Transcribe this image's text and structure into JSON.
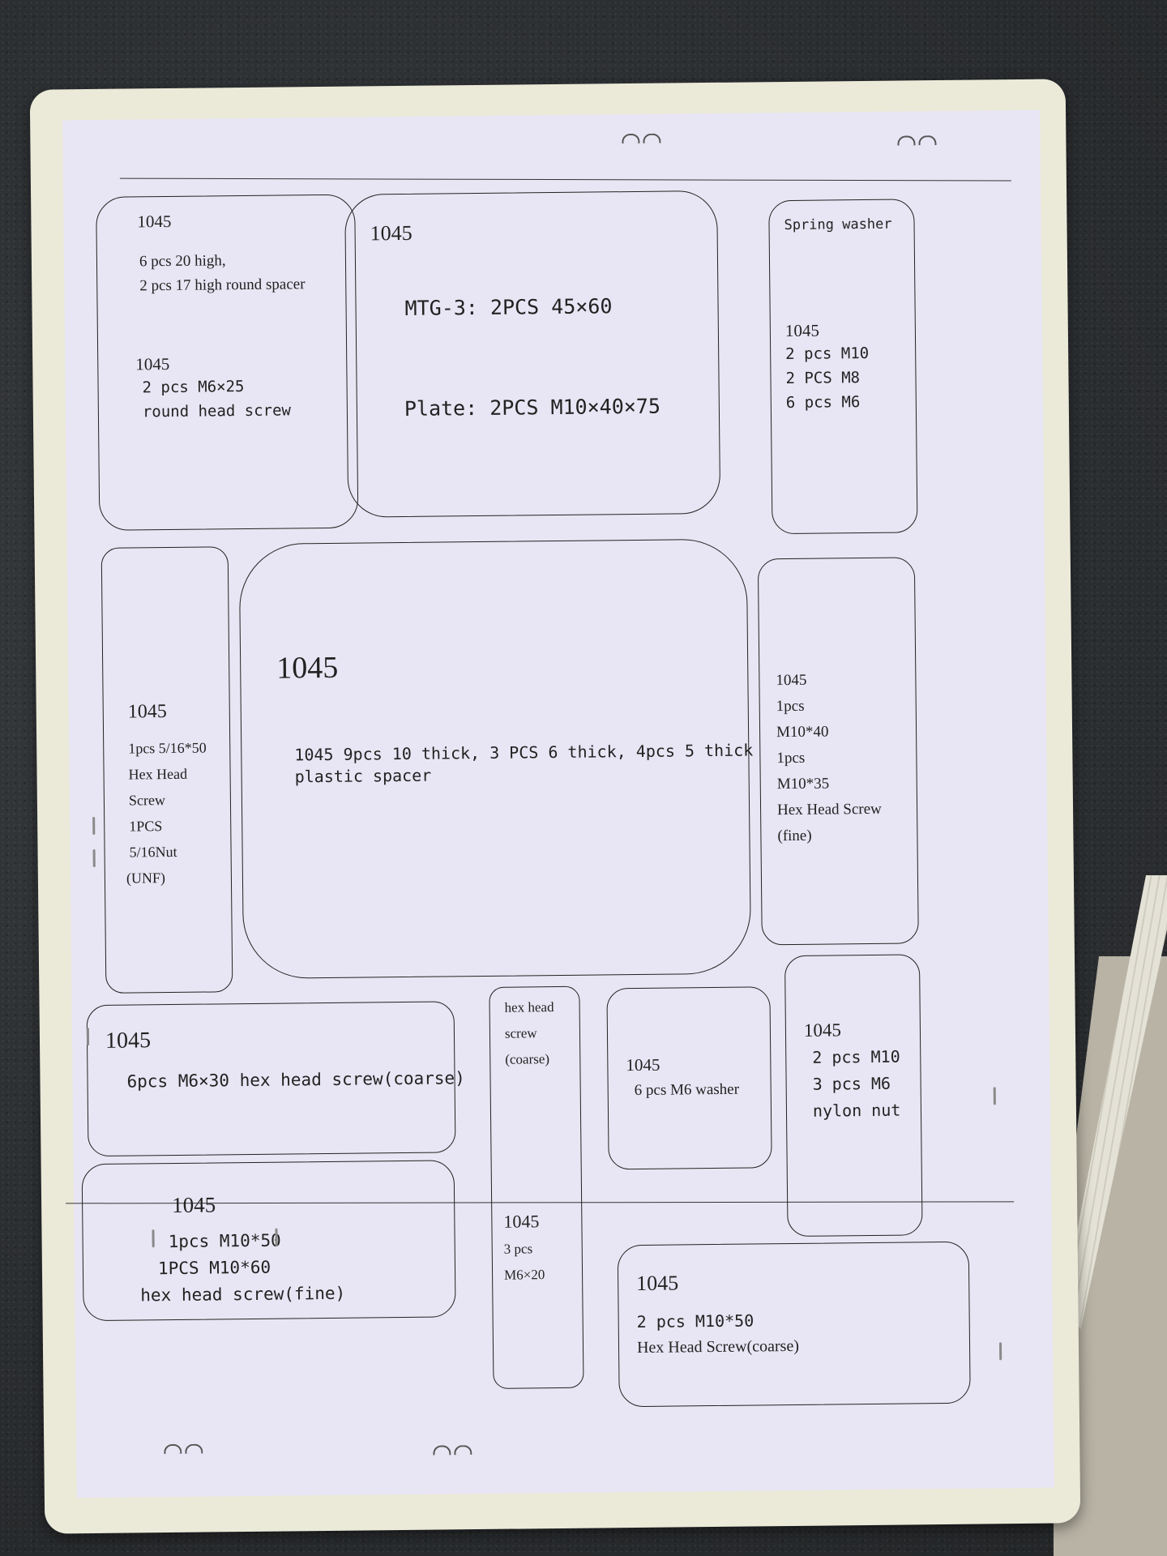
{
  "boxes": [
    {
      "id": "box-spacer-screws",
      "lines": [
        "1045",
        "6 pcs 20 high,",
        "2 pcs 17 high round spacer",
        "1045",
        "2 pcs M6×25",
        "round head screw"
      ]
    },
    {
      "id": "box-mtg",
      "lines": [
        "1045",
        "MTG-3: 2PCS 45×60",
        "Plate: 2PCS M10×40×75"
      ]
    },
    {
      "id": "box-spring-washer",
      "lines": [
        "Spring washer",
        "1045",
        "2 pcs M10",
        "2 PCS M8",
        "6 pcs M6"
      ]
    },
    {
      "id": "box-5-16-screw",
      "lines": [
        "1045",
        "1pcs 5/16*50",
        "Hex Head",
        "Screw",
        "1PCS",
        "5/16Nut",
        "(UNF)"
      ]
    },
    {
      "id": "box-plastic-spacer",
      "lines": [
        "1045",
        "1045 9pcs 10 thick, 3 PCS 6 thick, 4pcs 5 thick",
        "plastic spacer"
      ]
    },
    {
      "id": "box-m10-fine",
      "lines": [
        "1045",
        "1pcs",
        "M10*40",
        "1pcs",
        "M10*35",
        "Hex Head Screw",
        "(fine)"
      ]
    },
    {
      "id": "box-m6x30",
      "lines": [
        "1045",
        "6pcs M6×30 hex head screw(coarse)"
      ]
    },
    {
      "id": "box-m6x20",
      "lines": [
        "hex head",
        "screw",
        "(coarse)",
        "1045",
        "3 pcs",
        "M6×20"
      ]
    },
    {
      "id": "box-m6-washer",
      "lines": [
        "1045",
        "6 pcs M6 washer"
      ]
    },
    {
      "id": "box-nylon-nut",
      "lines": [
        "1045",
        "2 pcs M10",
        "3 pcs M6",
        "nylon nut"
      ]
    },
    {
      "id": "box-m10-50-60",
      "lines": [
        "1045",
        "1pcs M10*50",
        "1PCS M10*60",
        "hex head screw(fine)"
      ]
    },
    {
      "id": "box-m10-50-coarse",
      "lines": [
        "1045",
        "2 pcs M10*50",
        "Hex Head Screw(coarse)"
      ]
    }
  ]
}
